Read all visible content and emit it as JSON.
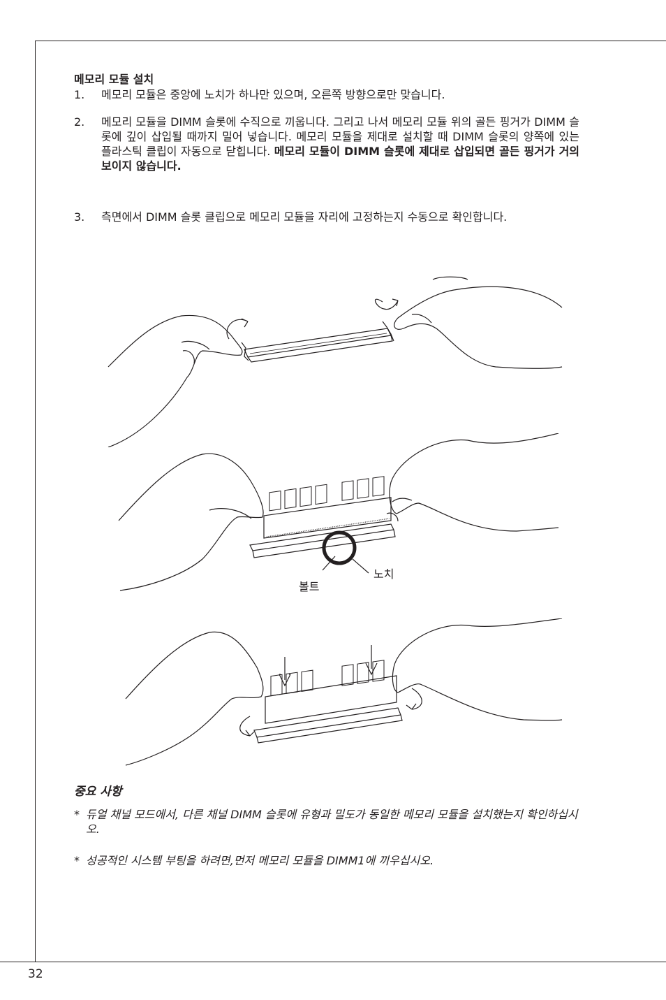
{
  "section_title": "메모리 모듈 설치",
  "steps": [
    {
      "number": "1.",
      "text": "메모리 모듈은 중앙에 노치가 하나만 있으며, 오른쪽 방향으로만 맞습니다.",
      "bold_text": ""
    },
    {
      "number": "2.",
      "text": "메모리 모듈을 DIMM 슬롯에 수직으로 끼웁니다. 그리고 나서 메모리 모듈 위의 골든 핑거가 DIMM 슬롯에 깊이 삽입될 때까지 밀어 넣습니다. 메모리 모듈을 제대로 설치할 때 DIMM 슬롯의 양쪽에 있는 플라스틱 클립이 자동으로 닫힙니다. ",
      "bold_text": "메모리 모듈이 DIMM 슬롯에 제대로 삽입되면 골든 핑거가 거의 보이지 않습니다."
    },
    {
      "number": "3.",
      "text": "측면에서 DIMM 슬롯 클립으로 메모리 모듈을 자리에 고정하는지 수동으로 확인합니다.",
      "bold_text": ""
    }
  ],
  "callouts": {
    "notch": "노치",
    "volt": "볼트"
  },
  "important": {
    "title": "중요 사항",
    "notes": [
      {
        "star": "*",
        "text": "듀얼 채널 모드에서, 다른 채널 DIMM 슬롯에 유형과 밀도가 동일한 메모리 모듈을 설치했는지 확인하십시오."
      },
      {
        "star": "*",
        "text": "성공적인 시스템 부팅을 하려면,먼저 메모리 모듈을 DIMM1에 끼우십시오."
      }
    ]
  },
  "page_number": "32",
  "colors": {
    "ink": "#231f20",
    "paper": "#ffffff"
  },
  "icons": [
    "rotate-arrow-icon",
    "down-arrow-icon"
  ]
}
